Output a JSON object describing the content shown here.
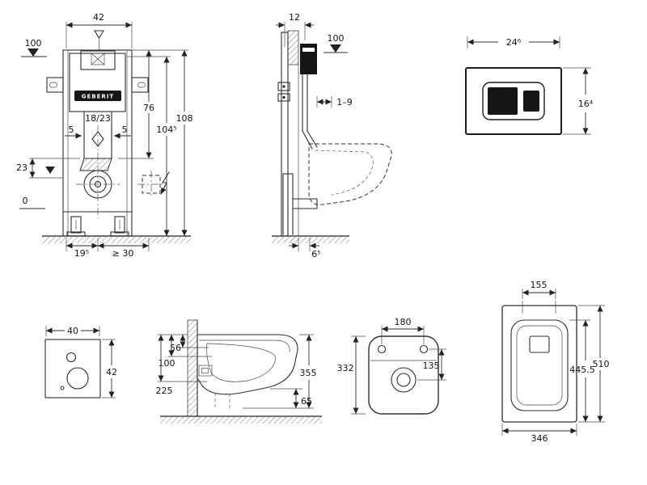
{
  "drawing": {
    "brand": "GEBERIT",
    "cistern_front": {
      "width": "42",
      "level_top": "100",
      "frame_height": "76",
      "height_total": "108",
      "height_upper": "104⁵",
      "flush_pipe": "18/23",
      "offset_left": "5",
      "offset_right": "5",
      "outlet_drop": "23",
      "level_zero": "0",
      "outlet_distance": "19⁵",
      "min_clearance": "≥ 30"
    },
    "cistern_side": {
      "frame_depth": "12",
      "level_top": "100",
      "adjust_range": "1–9",
      "outlet_offset": "6⁵"
    },
    "flush_plate": {
      "width": "24⁶",
      "height": "16⁴"
    },
    "sound_pad": {
      "width": "40",
      "height": "42"
    },
    "wc_side": {
      "dim_56": "56",
      "dim_100": "100",
      "dim_225": "225",
      "dim_355": "355",
      "dim_65": "65"
    },
    "wc_front": {
      "hole_spacing": "180",
      "dim_135": "135",
      "height": "332"
    },
    "wc_top": {
      "hole_spacing": "155",
      "depth": "510",
      "inner_depth": "445.5",
      "width": "346"
    }
  }
}
